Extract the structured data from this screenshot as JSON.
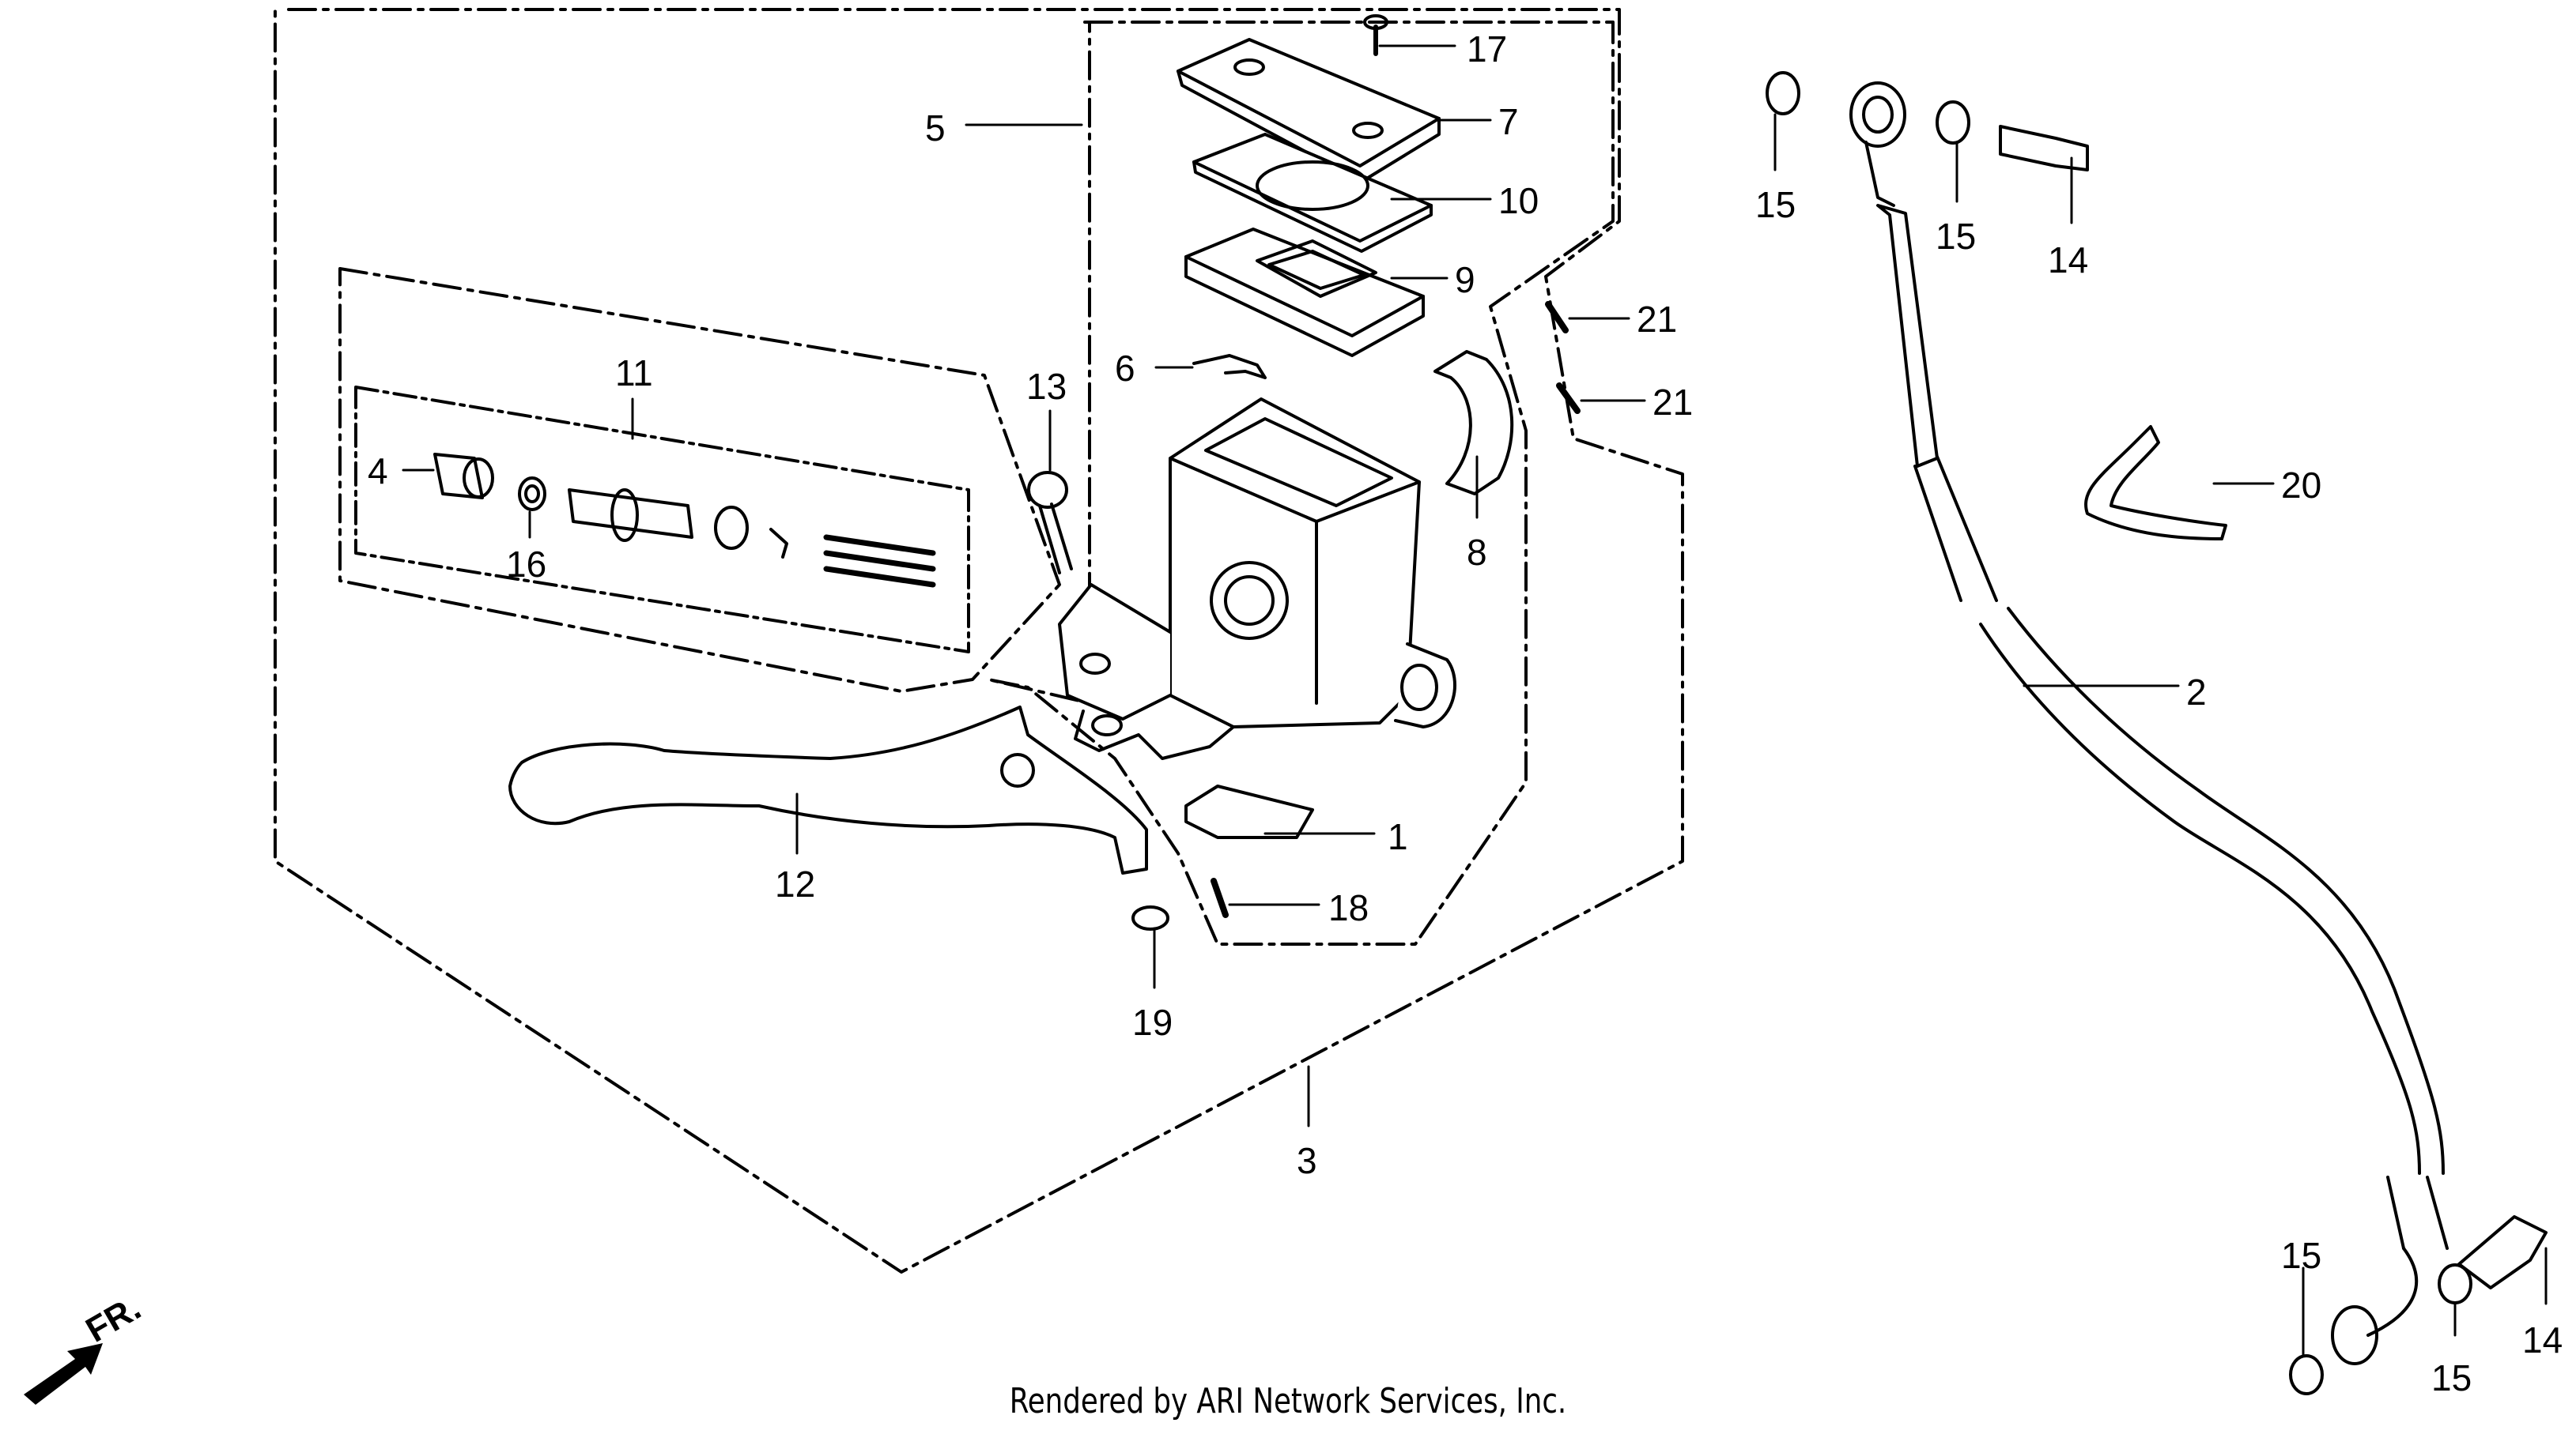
{
  "diagram": {
    "callouts": [
      {
        "id": "c17",
        "label": "17"
      },
      {
        "id": "c7",
        "label": "7"
      },
      {
        "id": "c10",
        "label": "10"
      },
      {
        "id": "c9",
        "label": "9"
      },
      {
        "id": "c5",
        "label": "5"
      },
      {
        "id": "c11",
        "label": "11"
      },
      {
        "id": "c13",
        "label": "13"
      },
      {
        "id": "c6",
        "label": "6"
      },
      {
        "id": "c21a",
        "label": "21"
      },
      {
        "id": "c21b",
        "label": "21"
      },
      {
        "id": "c4",
        "label": "4"
      },
      {
        "id": "c16",
        "label": "16"
      },
      {
        "id": "c8",
        "label": "8"
      },
      {
        "id": "c12",
        "label": "12"
      },
      {
        "id": "c1",
        "label": "1"
      },
      {
        "id": "c18",
        "label": "18"
      },
      {
        "id": "c19",
        "label": "19"
      },
      {
        "id": "c3",
        "label": "3"
      },
      {
        "id": "c15a",
        "label": "15"
      },
      {
        "id": "c15b",
        "label": "15"
      },
      {
        "id": "c14a",
        "label": "14"
      },
      {
        "id": "c20",
        "label": "20"
      },
      {
        "id": "c2",
        "label": "2"
      },
      {
        "id": "c15c",
        "label": "15"
      },
      {
        "id": "c15d",
        "label": "15"
      },
      {
        "id": "c14b",
        "label": "14"
      }
    ],
    "direction_label": "FR.",
    "footer": "Rendered by ARI Network Services, Inc."
  }
}
